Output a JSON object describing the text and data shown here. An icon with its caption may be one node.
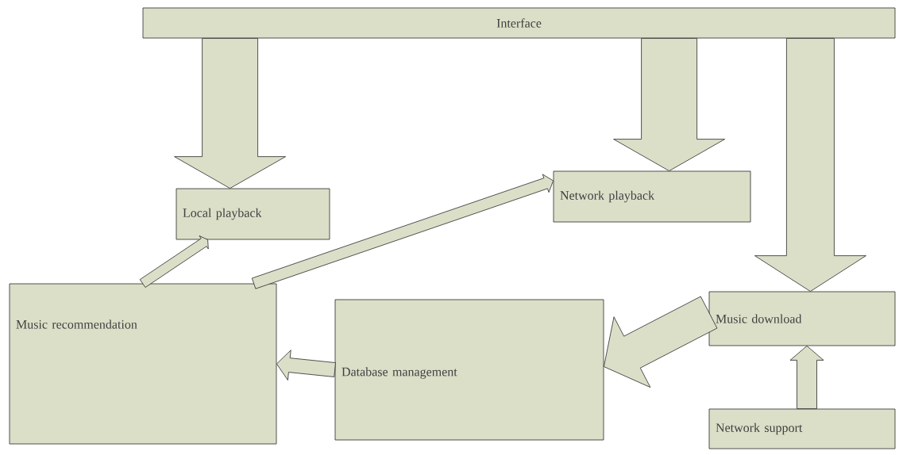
{
  "diagram": {
    "nodes": [
      {
        "text": [
          "Interface"
        ]
      },
      {
        "text": [
          "Local playback"
        ]
      },
      {
        "text": [
          "Network playback"
        ]
      },
      {
        "text": [
          "Music recommendation"
        ]
      },
      {
        "text": [
          "Database management"
        ]
      },
      {
        "text": [
          "Music download"
        ]
      },
      {
        "text": [
          "Network support"
        ]
      }
    ],
    "edges": [
      {
        "from": 0,
        "to": 1,
        "arrow": "to",
        "style": "thick"
      },
      {
        "from": 0,
        "to": 2,
        "arrow": "to",
        "style": "thick"
      },
      {
        "from": 0,
        "to": 5,
        "arrow": "to",
        "style": "thick"
      },
      {
        "from": 3,
        "to": 1,
        "arrow": "to"
      },
      {
        "from": 3,
        "to": 2,
        "arrow": "to"
      },
      {
        "from": 5,
        "to": 4,
        "arrow": "to",
        "style": "thick"
      },
      {
        "from": 4,
        "to": 3,
        "arrow": "to"
      },
      {
        "from": 6,
        "to": 5,
        "arrow": "to"
      }
    ]
  }
}
